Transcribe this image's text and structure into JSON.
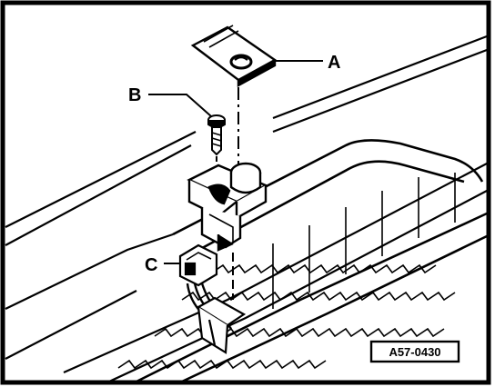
{
  "labels": {
    "a": "A",
    "b": "B",
    "c": "C"
  },
  "reference_code": "A57-0430",
  "colors": {
    "ink": "#000000",
    "paper": "#ffffff"
  }
}
